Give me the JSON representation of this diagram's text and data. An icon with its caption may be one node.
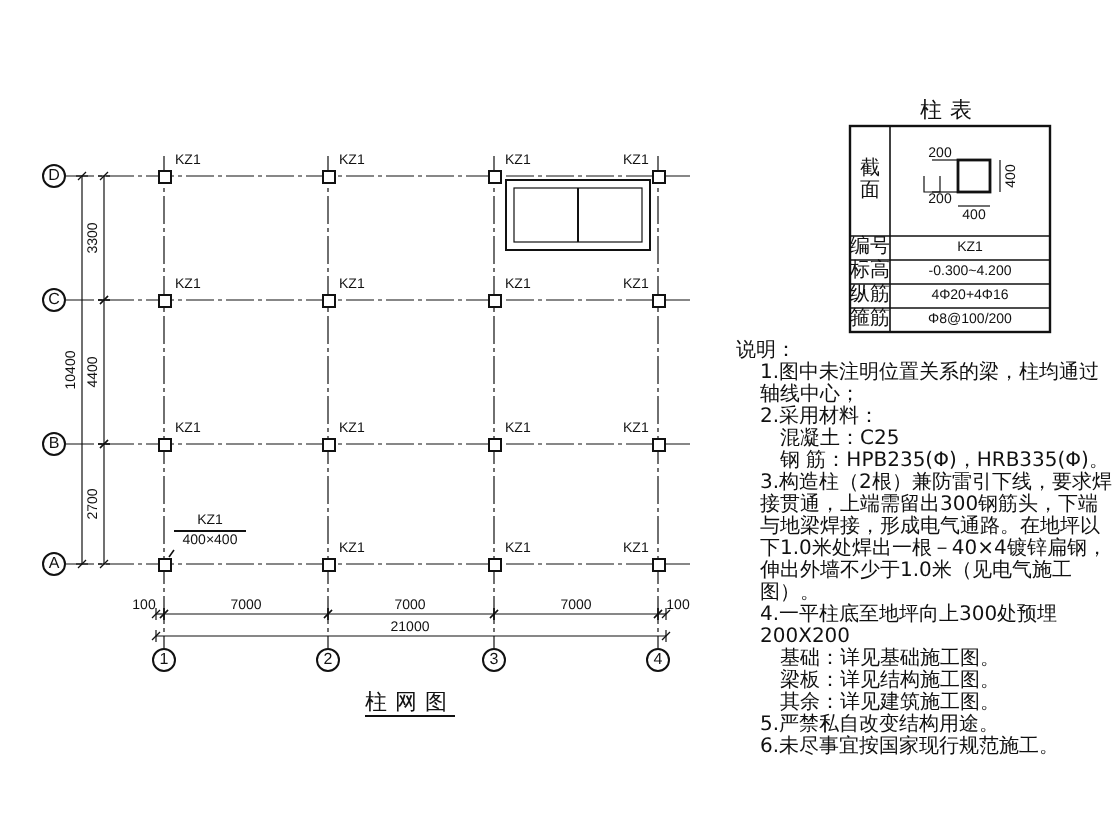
{
  "diagram": {
    "title": "柱网图",
    "nodes": [
      {
        "text": [],
        "shape": "box",
        "beside": [
          "KZ1"
        ]
      },
      {
        "text": [],
        "shape": "box",
        "beside": [
          "KZ1"
        ]
      },
      {
        "text": [],
        "shape": "box",
        "beside": [
          "KZ1"
        ]
      },
      {
        "text": [],
        "shape": "box",
        "beside": [
          "KZ1"
        ]
      },
      {
        "text": [],
        "shape": "box",
        "beside": [
          "KZ1"
        ]
      },
      {
        "text": [],
        "shape": "box",
        "beside": [
          "KZ1"
        ]
      },
      {
        "text": [],
        "shape": "box",
        "beside": [
          "KZ1"
        ]
      },
      {
        "text": [],
        "shape": "box",
        "beside": [
          "KZ1"
        ]
      },
      {
        "text": [],
        "shape": "box",
        "beside": [
          "KZ1"
        ]
      },
      {
        "text": [],
        "shape": "box",
        "beside": [
          "KZ1"
        ]
      },
      {
        "text": [],
        "shape": "box",
        "beside": [
          "KZ1"
        ]
      },
      {
        "text": [],
        "shape": "box",
        "beside": [
          "KZ1"
        ]
      },
      {
        "text": [],
        "shape": "box"
      },
      {
        "text": [],
        "shape": "box",
        "beside": [
          "KZ1"
        ]
      },
      {
        "text": [],
        "shape": "box",
        "beside": [
          "KZ1"
        ]
      },
      {
        "text": [],
        "shape": "box",
        "beside": [
          "KZ1"
        ]
      },
      {
        "text": [
          "KZ1",
          "400×400"
        ]
      }
    ],
    "edges": [
      {
        "from": 16,
        "to": 12,
        "arrow": "none"
      }
    ],
    "labels": [
      "D",
      "C",
      "B",
      "A",
      "3300",
      "4400",
      "2700",
      "10400",
      "100",
      "7000",
      "7000",
      "7000",
      "100",
      "21000",
      "1",
      "2",
      "3",
      "4",
      "柱表",
      "截面",
      "200",
      "200",
      "400",
      "400",
      "编号",
      "KZ1",
      "标高",
      "-0.300~4.200",
      "纵筋",
      "4Φ20+4Φ16",
      "箍筋",
      "Φ8@100/200",
      "说明：",
      "1.图中未注明位置关系的梁，柱均通过轴线中心；",
      "2.采用材料：",
      "混凝土：C25",
      "钢 筋：HPB235(Φ)，HRB335(Φ)。",
      "3.构造柱（2根）兼防雷引下线，要求焊接贯通，上端需留出300钢筋头，下端与地梁焊接，形成电气通路。在地坪以下1.0米处焊出一根－40×4镀锌扁钢，伸出外墙不少于1.0米（见电气施工图）。",
      "4.一平柱底至地坪向上300处预埋200X200",
      "基础：详见基础施工图。",
      "梁板：详见结构施工图。",
      "其余：详见建筑施工图。",
      "5.严禁私自改变结构用途。",
      "6.未尽事宜按国家现行规范施工。"
    ]
  }
}
